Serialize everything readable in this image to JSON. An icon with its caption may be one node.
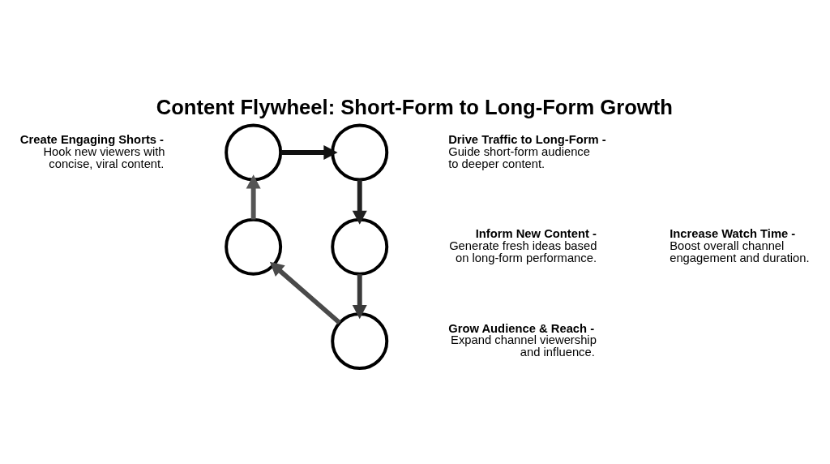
{
  "diagram": {
    "title": "Content Flywheel: Short-Form to Long-Form Growth",
    "nodes": [
      {
        "text": [],
        "shape": "circle",
        "beside": [
          "Create Engaging Shorts -",
          "Hook new viewers with concise, viral content."
        ]
      },
      {
        "text": [],
        "shape": "circle",
        "beside": [
          "Drive Traffic to Long-Form -",
          "Guide short-form audience to deeper content."
        ]
      },
      {
        "text": [],
        "shape": "circle",
        "beside": [
          "Increase Watch Time -",
          "Boost overall channel engagement and duration."
        ]
      },
      {
        "text": [],
        "shape": "circle",
        "beside": [
          "Grow Audience & Reach -",
          "Expand channel viewership and influence."
        ]
      },
      {
        "text": [],
        "shape": "circle",
        "beside": [
          "Inform New Content -",
          "Generate fresh ideas based on long-form performance."
        ]
      }
    ],
    "edges": [
      {
        "from": 0,
        "to": 1,
        "arrow": "to"
      },
      {
        "from": 1,
        "to": 2,
        "arrow": "to"
      },
      {
        "from": 2,
        "to": 3,
        "arrow": "to"
      },
      {
        "from": 3,
        "to": 4,
        "arrow": "to"
      },
      {
        "from": 4,
        "to": 0,
        "arrow": "to"
      }
    ]
  }
}
